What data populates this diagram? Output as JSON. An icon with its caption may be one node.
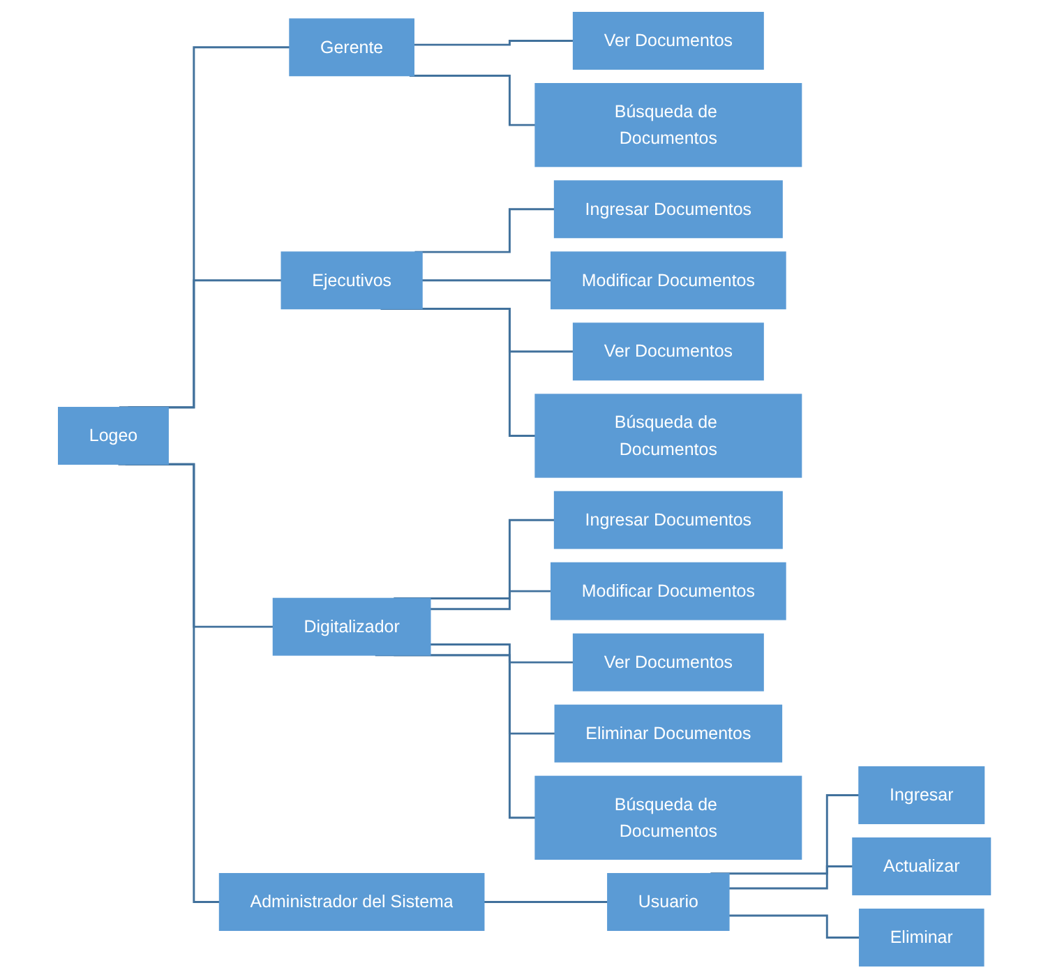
{
  "diagram": {
    "nodes": [
      {
        "text": [
          "Logeo"
        ]
      },
      {
        "text": [
          "Gerente"
        ]
      },
      {
        "text": [
          "Ejecutivos"
        ]
      },
      {
        "text": [
          "Digitalizador"
        ]
      },
      {
        "text": [
          "Administrador del Sistema"
        ]
      },
      {
        "text": [
          "Ver Documentos"
        ]
      },
      {
        "text": [
          "Búsqueda de Documentos"
        ]
      },
      {
        "text": [
          "Ingresar Documentos"
        ]
      },
      {
        "text": [
          "Modificar Documentos"
        ]
      },
      {
        "text": [
          "Ver Documentos"
        ]
      },
      {
        "text": [
          "Búsqueda de Documentos"
        ]
      },
      {
        "text": [
          "Ingresar Documentos"
        ]
      },
      {
        "text": [
          "Modificar Documentos"
        ]
      },
      {
        "text": [
          "Ver Documentos"
        ]
      },
      {
        "text": [
          "Eliminar Documentos"
        ]
      },
      {
        "text": [
          "Búsqueda de Documentos"
        ]
      },
      {
        "text": [
          "Usuario"
        ]
      },
      {
        "text": [
          "Ingresar"
        ]
      },
      {
        "text": [
          "Actualizar"
        ]
      },
      {
        "text": [
          "Eliminar"
        ]
      }
    ],
    "edges": [
      {
        "from": 0,
        "to": 1,
        "arrow": "none"
      },
      {
        "from": 0,
        "to": 2,
        "arrow": "none"
      },
      {
        "from": 0,
        "to": 3,
        "arrow": "none"
      },
      {
        "from": 0,
        "to": 4,
        "arrow": "none"
      },
      {
        "from": 1,
        "to": 5,
        "arrow": "none"
      },
      {
        "from": 1,
        "to": 6,
        "arrow": "none"
      },
      {
        "from": 2,
        "to": 7,
        "arrow": "none"
      },
      {
        "from": 2,
        "to": 8,
        "arrow": "none"
      },
      {
        "from": 2,
        "to": 9,
        "arrow": "none"
      },
      {
        "from": 2,
        "to": 10,
        "arrow": "none"
      },
      {
        "from": 3,
        "to": 11,
        "arrow": "none"
      },
      {
        "from": 3,
        "to": 12,
        "arrow": "none"
      },
      {
        "from": 3,
        "to": 13,
        "arrow": "none"
      },
      {
        "from": 3,
        "to": 14,
        "arrow": "none"
      },
      {
        "from": 3,
        "to": 15,
        "arrow": "none"
      },
      {
        "from": 4,
        "to": 16,
        "arrow": "none"
      },
      {
        "from": 16,
        "to": 17,
        "arrow": "none"
      },
      {
        "from": 16,
        "to": 18,
        "arrow": "none"
      },
      {
        "from": 16,
        "to": 19,
        "arrow": "none"
      }
    ]
  }
}
